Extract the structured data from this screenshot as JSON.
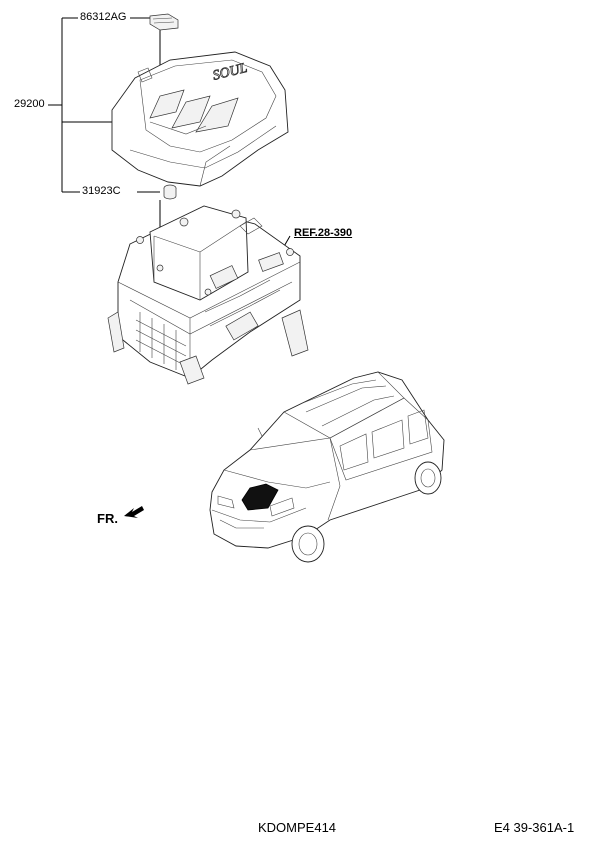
{
  "callouts": {
    "emblem": "86312AG",
    "cover": "29200",
    "grommet": "31923C",
    "reference": "REF.28-390"
  },
  "direction_marker": "FR.",
  "footer": {
    "left_code": "KDOMPE414",
    "right_code": "E4 39-361A-1"
  },
  "cover_text": "SOUL"
}
